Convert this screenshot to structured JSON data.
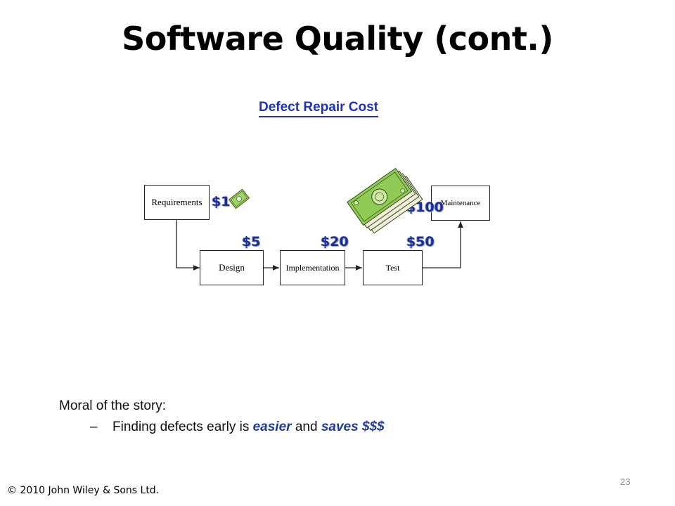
{
  "slide": {
    "title": "Software Quality (cont.)",
    "page_number": "23",
    "copyright": "© 2010 John Wiley & Sons Ltd."
  },
  "diagram": {
    "title": "Defect Repair Cost",
    "phases": {
      "requirements": "Requirements",
      "design": "Design",
      "implementation": "Implementation",
      "test": "Test",
      "maintenance": "Maintenance"
    },
    "costs": {
      "requirements": "$1",
      "design": "$5",
      "implementation": "$20",
      "test": "$50",
      "maintenance": "$100"
    },
    "icons": {
      "small_money": "money-bill-icon",
      "large_money": "money-stack-icon"
    }
  },
  "moral": {
    "heading": "Moral of the story:",
    "dash": "–",
    "text_before": "Finding defects early is ",
    "emph1": "easier",
    "text_mid": " and ",
    "emph2": "saves $$$"
  },
  "colors": {
    "title_blue": "#1f33b8",
    "cost_blue": "#1c2f8f",
    "money_green": "#7fc24a"
  }
}
